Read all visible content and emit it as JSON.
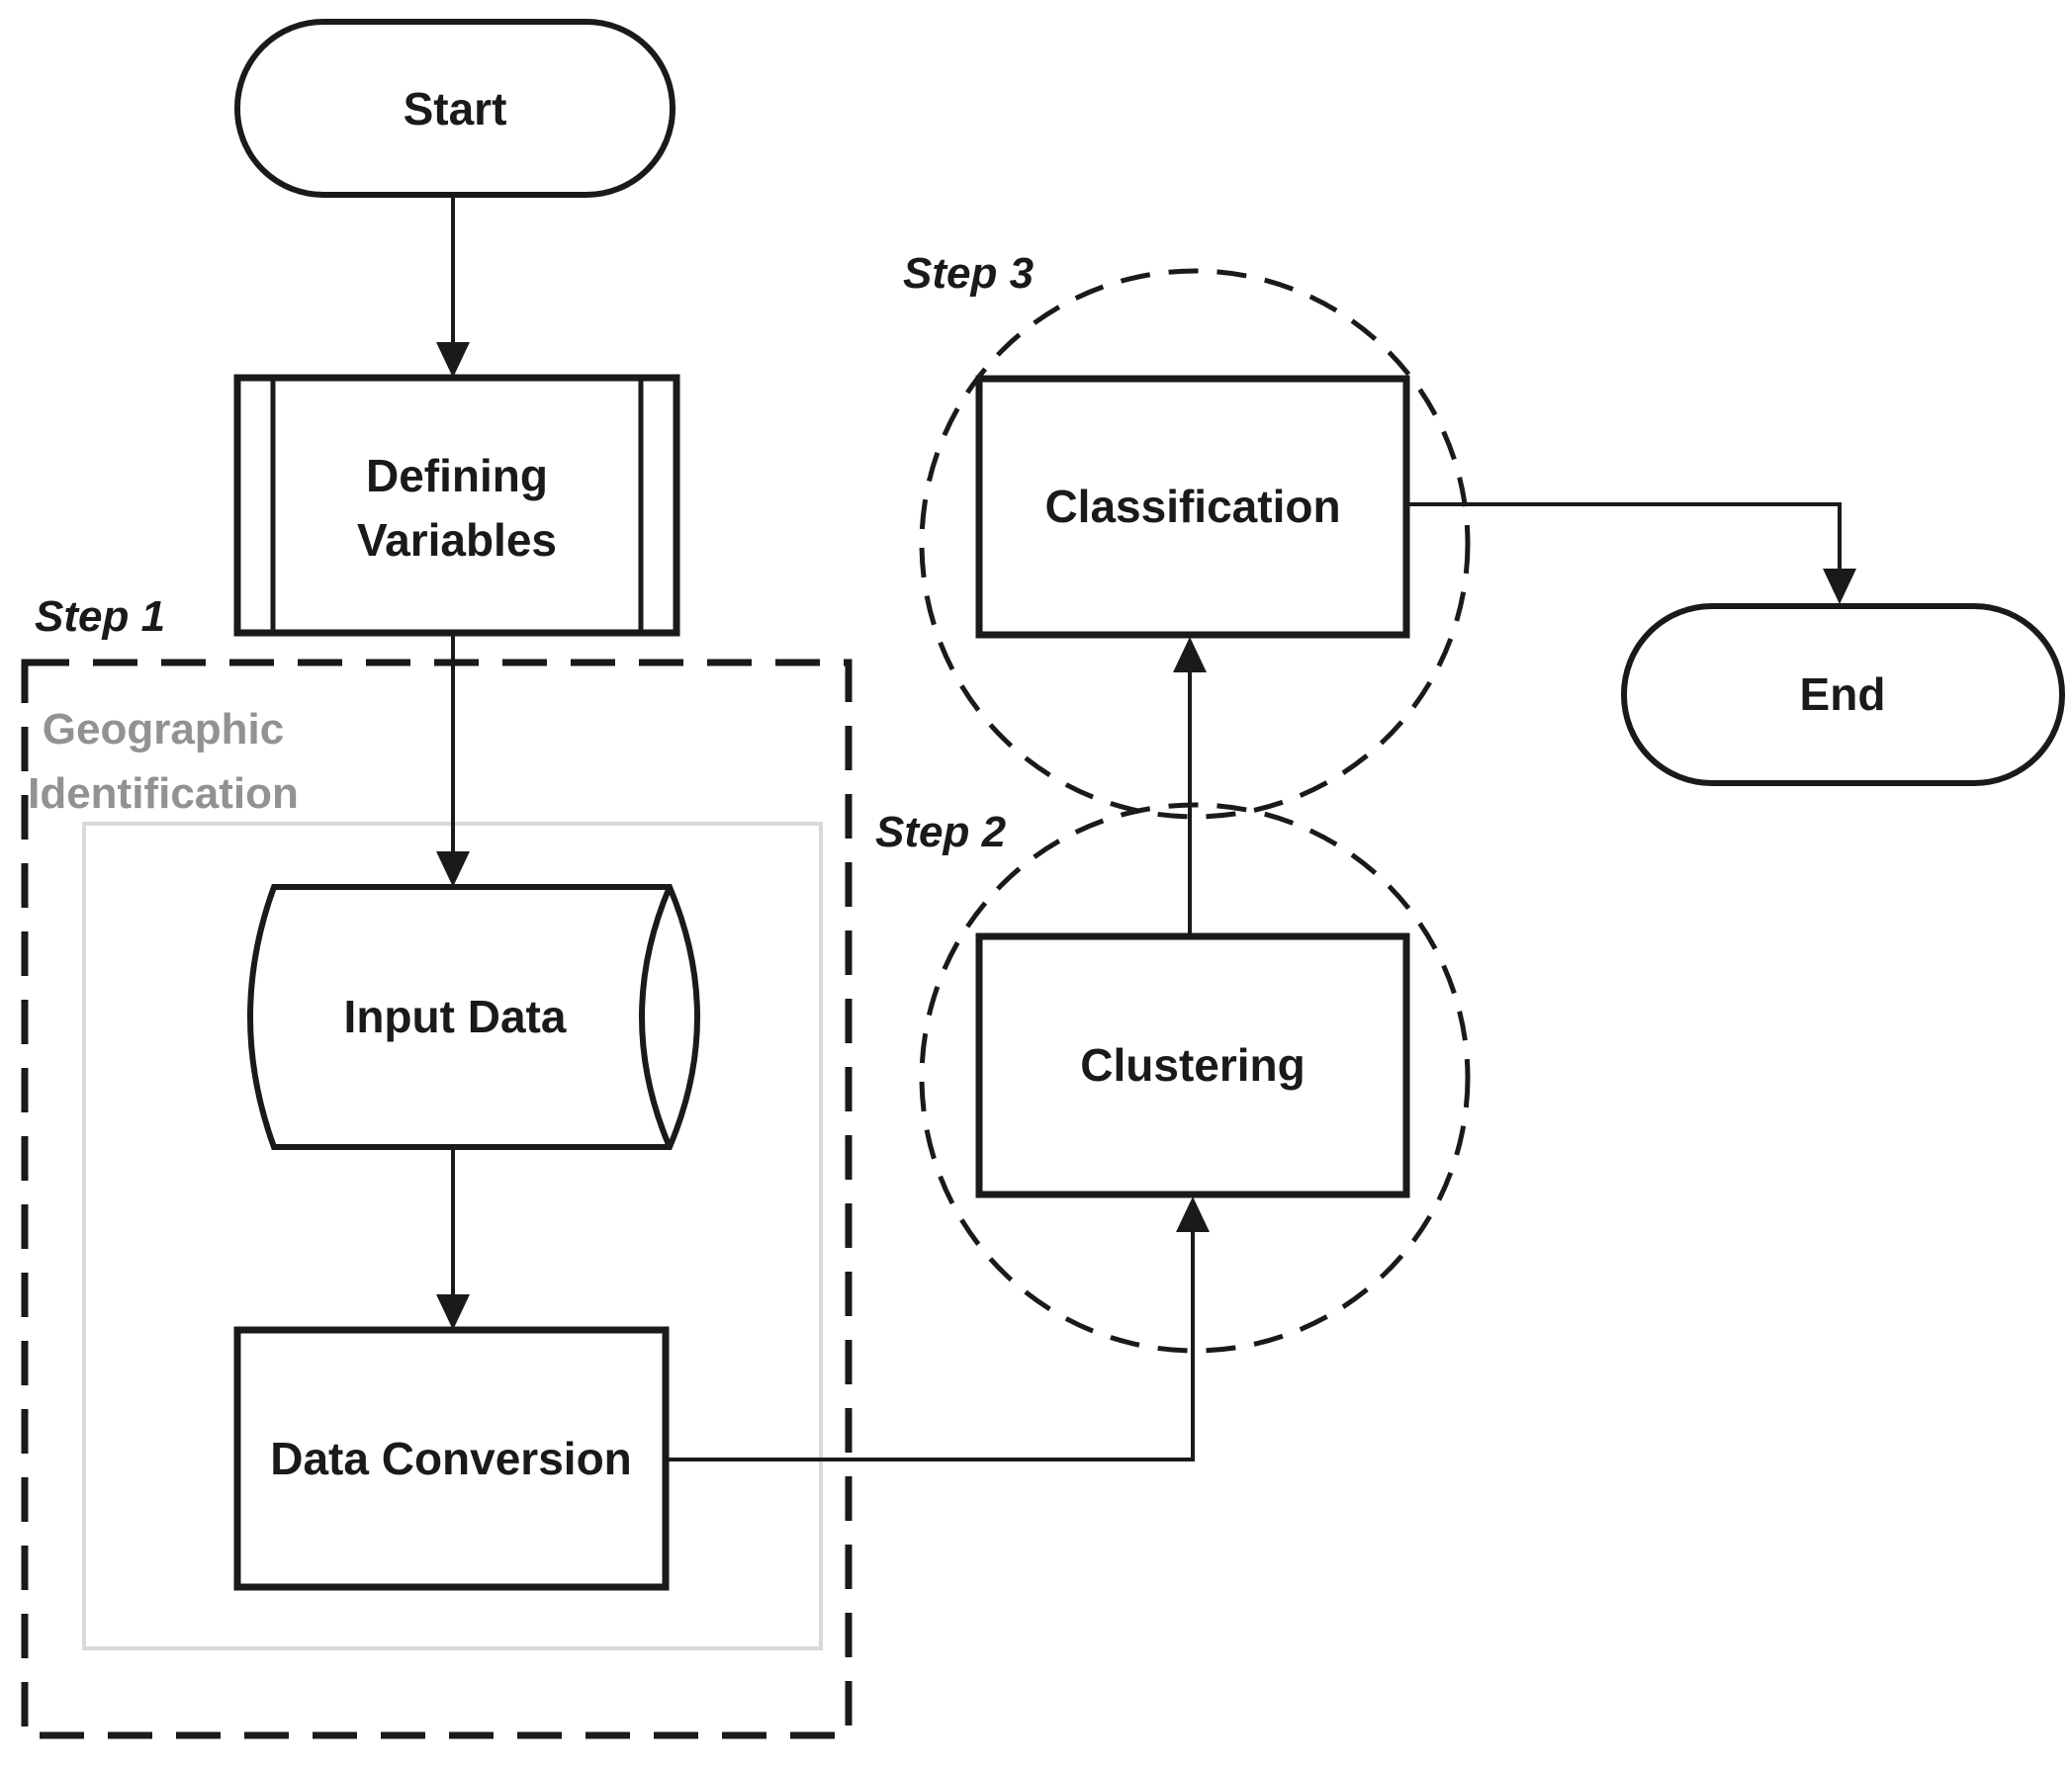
{
  "figure": {
    "type": "flowchart",
    "background_color": "#ffffff",
    "stroke_color": "#1a1a1a",
    "gray_label_color": "#929292",
    "gray_box_color": "#d9d9d9",
    "nodes": {
      "start": {
        "label": "Start",
        "shape": "terminator"
      },
      "defining_variables": {
        "label": "Defining Variables",
        "line1": "Defining",
        "line2": "Variables",
        "shape": "predefined-process"
      },
      "input_data": {
        "label": "Input Data",
        "shape": "direct-data-cylinder"
      },
      "data_conversion": {
        "label": "Data Conversion",
        "shape": "process"
      },
      "clustering": {
        "label": "Clustering",
        "shape": "process"
      },
      "classification": {
        "label": "Classification",
        "shape": "process"
      },
      "end": {
        "label": "End",
        "shape": "terminator"
      }
    },
    "groups": {
      "step1": {
        "label": "Step 1",
        "boundary": "dashed-rectangle",
        "sublabel": "Geographic Identification",
        "sublabel_line1": "Geographic",
        "sublabel_line2": "Identification"
      },
      "step2": {
        "label": "Step 2",
        "boundary": "dashed-circle"
      },
      "step3": {
        "label": "Step 3",
        "boundary": "dashed-circle"
      }
    },
    "edges": [
      {
        "from": "start",
        "to": "defining_variables"
      },
      {
        "from": "defining_variables",
        "to": "input_data"
      },
      {
        "from": "input_data",
        "to": "data_conversion"
      },
      {
        "from": "data_conversion",
        "to": "clustering"
      },
      {
        "from": "clustering",
        "to": "classification"
      },
      {
        "from": "classification",
        "to": "end"
      }
    ]
  }
}
